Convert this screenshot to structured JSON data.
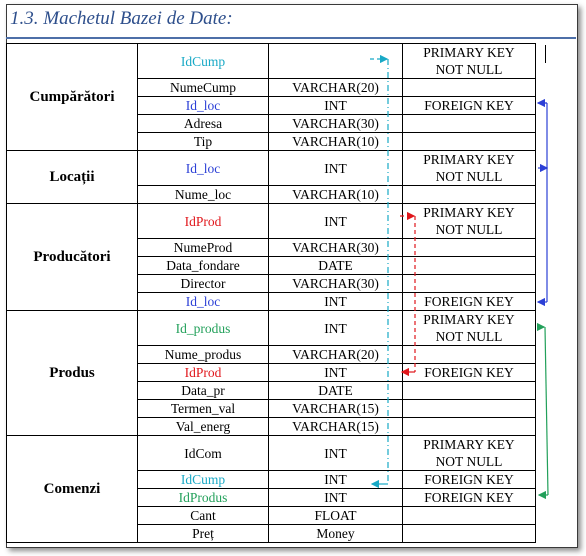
{
  "heading": "1.3. Machetul Bazei de Date:",
  "colors": {
    "cyan": "#18a9c6",
    "blue": "#2b3fd6",
    "red": "#e0161b",
    "green": "#22a05a"
  },
  "tables": [
    {
      "name": "Cumpărători",
      "rows": [
        {
          "field": "IdCump",
          "type": "",
          "constraint": [
            "PRIMARY KEY",
            "NOT NULL"
          ],
          "color": "cyan"
        },
        {
          "field": "NumeCump",
          "type": "VARCHAR(20)",
          "constraint": [],
          "color": ""
        },
        {
          "field": "Id_loc",
          "type": "INT",
          "constraint": [
            "FOREIGN KEY"
          ],
          "color": "blue"
        },
        {
          "field": "Adresa",
          "type": "VARCHAR(30)",
          "constraint": [],
          "color": ""
        },
        {
          "field": "Tip",
          "type": "VARCHAR(10)",
          "constraint": [],
          "color": ""
        }
      ]
    },
    {
      "name": "Locații",
      "rows": [
        {
          "field": "Id_loc",
          "type": "INT",
          "constraint": [
            "PRIMARY KEY",
            "NOT NULL"
          ],
          "color": "blue"
        },
        {
          "field": "Nume_loc",
          "type": "VARCHAR(10)",
          "constraint": [],
          "color": ""
        }
      ]
    },
    {
      "name": "Producători",
      "rows": [
        {
          "field": "IdProd",
          "type": "INT",
          "constraint": [
            "PRIMARY KEY",
            "NOT NULL"
          ],
          "color": "red"
        },
        {
          "field": "NumeProd",
          "type": "VARCHAR(30)",
          "constraint": [],
          "color": ""
        },
        {
          "field": "Data_fondare",
          "type": "DATE",
          "constraint": [],
          "color": ""
        },
        {
          "field": "Director",
          "type": "VARCHAR(30)",
          "constraint": [],
          "color": ""
        },
        {
          "field": "Id_loc",
          "type": "INT",
          "constraint": [
            "FOREIGN KEY"
          ],
          "color": "blue"
        }
      ]
    },
    {
      "name": "Produs",
      "rows": [
        {
          "field": "Id_produs",
          "type": "INT",
          "constraint": [
            "PRIMARY KEY",
            "NOT NULL"
          ],
          "color": "green"
        },
        {
          "field": "Nume_produs",
          "type": "VARCHAR(20)",
          "constraint": [],
          "color": ""
        },
        {
          "field": "IdProd",
          "type": "INT",
          "constraint": [
            "FOREIGN KEY"
          ],
          "color": "red"
        },
        {
          "field": "Data_pr",
          "type": "DATE",
          "constraint": [],
          "color": ""
        },
        {
          "field": "Termen_val",
          "type": "VARCHAR(15)",
          "constraint": [],
          "color": ""
        },
        {
          "field": "Val_energ",
          "type": "VARCHAR(15)",
          "constraint": [],
          "color": ""
        }
      ]
    },
    {
      "name": "Comenzi",
      "rows": [
        {
          "field": "IdCom",
          "type": "INT",
          "constraint": [
            "PRIMARY KEY",
            "NOT NULL"
          ],
          "color": ""
        },
        {
          "field": "IdCump",
          "type": "INT",
          "constraint": [
            "FOREIGN KEY"
          ],
          "color": "cyan"
        },
        {
          "field": "IdProdus",
          "type": "INT",
          "constraint": [
            "FOREIGN KEY"
          ],
          "color": "green"
        },
        {
          "field": "Cant",
          "type": "FLOAT",
          "constraint": [],
          "color": ""
        },
        {
          "field": "Preț",
          "type": "Money",
          "constraint": [],
          "color": ""
        }
      ]
    }
  ]
}
